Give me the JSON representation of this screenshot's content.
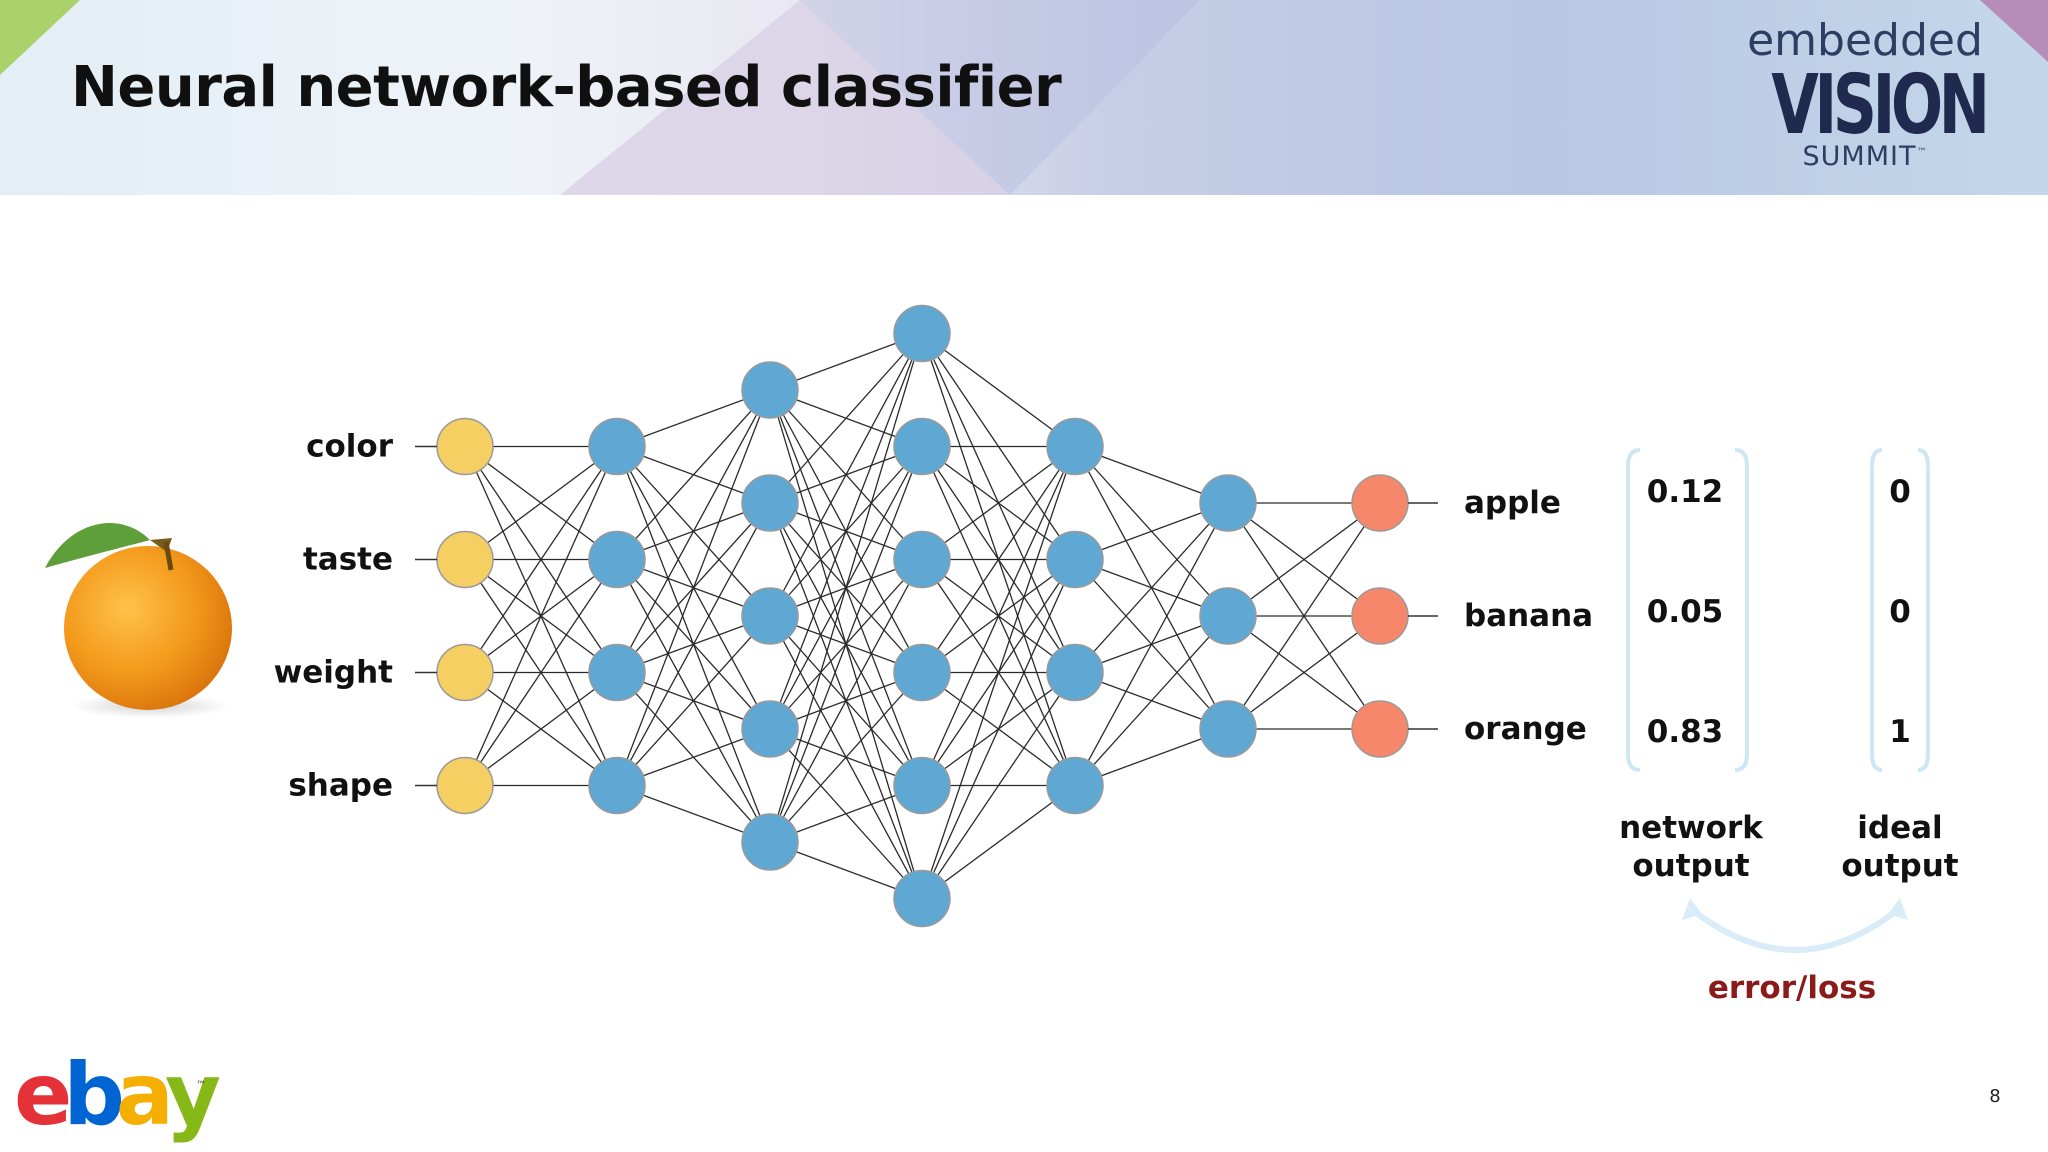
{
  "title": "Neural network-based classifier",
  "brand": {
    "event_logo": {
      "line1": "embedded",
      "line2": "VISION",
      "line3": "SUMMIT",
      "tm": "™"
    },
    "company_logo": {
      "letters": [
        "e",
        "b",
        "a",
        "y"
      ],
      "colors": [
        "#e53238",
        "#0064d2",
        "#f5af02",
        "#86b817"
      ],
      "tm": "™"
    }
  },
  "page_number": "8",
  "diagram": {
    "inputs": [
      "color",
      "taste",
      "weight",
      "shape"
    ],
    "outputs": [
      "apple",
      "banana",
      "orange"
    ],
    "layer_sizes": [
      4,
      4,
      5,
      6,
      4,
      3,
      3
    ],
    "node_colors": {
      "input": "#f6cf63",
      "hidden": "#5ea8d3",
      "output": "#f7876a"
    },
    "network_output": [
      "0.12",
      "0.05",
      "0.83"
    ],
    "ideal_output": [
      "0",
      "0",
      "1"
    ],
    "network_output_caption": [
      "network",
      "output"
    ],
    "ideal_output_caption": [
      "ideal",
      "output"
    ],
    "error_label": "error/loss",
    "image": "orange-fruit"
  }
}
